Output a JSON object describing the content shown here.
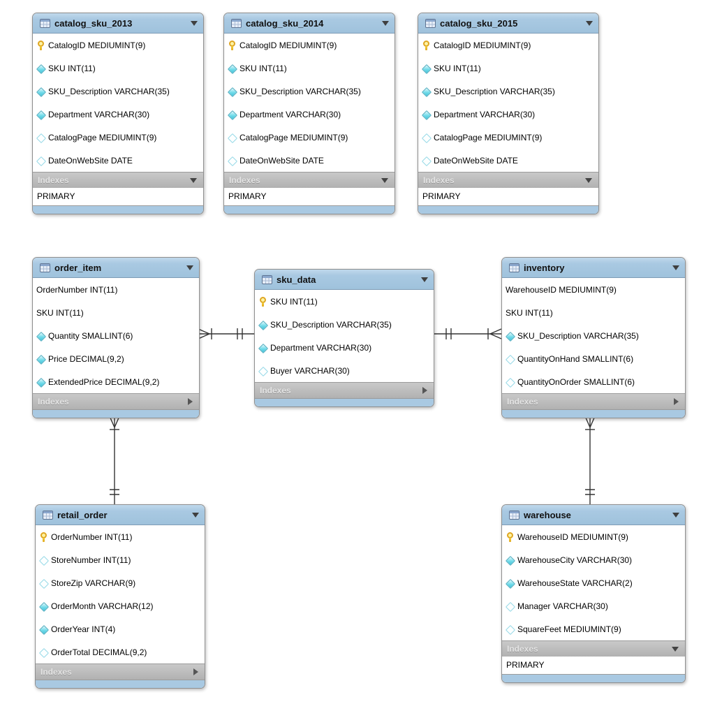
{
  "colors": {
    "table-header-blue": "#a9c9e2",
    "table-header-top": "#c0d9ec",
    "indexes-gray": "#b1b1b1",
    "key-yellow": "#f2cf3e",
    "diamond-cyan": "#6fdbe9",
    "relationship-line": "#333333"
  },
  "tables": [
    {
      "title": "catalog_sku_2013",
      "indexes_label": "Indexes",
      "indexes_expanded": true,
      "index_rows": [
        "PRIMARY"
      ],
      "columns": [
        {
          "icon": "key",
          "text": "CatalogID MEDIUMINT(9)"
        },
        {
          "icon": "diamond",
          "text": "SKU INT(11)"
        },
        {
          "icon": "diamond",
          "text": "SKU_Description VARCHAR(35)"
        },
        {
          "icon": "diamond",
          "text": "Department VARCHAR(30)"
        },
        {
          "icon": "diamond-open",
          "text": "CatalogPage MEDIUMINT(9)"
        },
        {
          "icon": "diamond-open",
          "text": "DateOnWebSite DATE"
        }
      ]
    },
    {
      "title": "catalog_sku_2014",
      "indexes_label": "Indexes",
      "indexes_expanded": true,
      "index_rows": [
        "PRIMARY"
      ],
      "columns": [
        {
          "icon": "key",
          "text": "CatalogID MEDIUMINT(9)"
        },
        {
          "icon": "diamond",
          "text": "SKU INT(11)"
        },
        {
          "icon": "diamond",
          "text": "SKU_Description VARCHAR(35)"
        },
        {
          "icon": "diamond",
          "text": "Department VARCHAR(30)"
        },
        {
          "icon": "diamond-open",
          "text": "CatalogPage MEDIUMINT(9)"
        },
        {
          "icon": "diamond-open",
          "text": "DateOnWebSite DATE"
        }
      ]
    },
    {
      "title": "catalog_sku_2015",
      "indexes_label": "Indexes",
      "indexes_expanded": true,
      "index_rows": [
        "PRIMARY"
      ],
      "columns": [
        {
          "icon": "key",
          "text": "CatalogID MEDIUMINT(9)"
        },
        {
          "icon": "diamond",
          "text": "SKU INT(11)"
        },
        {
          "icon": "diamond",
          "text": "SKU_Description VARCHAR(35)"
        },
        {
          "icon": "diamond",
          "text": "Department VARCHAR(30)"
        },
        {
          "icon": "diamond-open",
          "text": "CatalogPage MEDIUMINT(9)"
        },
        {
          "icon": "diamond-open",
          "text": "DateOnWebSite DATE"
        }
      ]
    },
    {
      "title": "order_item",
      "indexes_label": "Indexes",
      "indexes_expanded": false,
      "index_rows": [],
      "columns": [
        {
          "icon": "none",
          "text": "OrderNumber INT(11)"
        },
        {
          "icon": "none",
          "text": "SKU INT(11)"
        },
        {
          "icon": "diamond",
          "text": "Quantity SMALLINT(6)"
        },
        {
          "icon": "diamond",
          "text": "Price DECIMAL(9,2)"
        },
        {
          "icon": "diamond",
          "text": "ExtendedPrice DECIMAL(9,2)"
        }
      ]
    },
    {
      "title": "sku_data",
      "indexes_label": "Indexes",
      "indexes_expanded": false,
      "index_rows": [],
      "columns": [
        {
          "icon": "key",
          "text": "SKU INT(11)"
        },
        {
          "icon": "diamond",
          "text": "SKU_Description VARCHAR(35)"
        },
        {
          "icon": "diamond",
          "text": "Department VARCHAR(30)"
        },
        {
          "icon": "diamond-open",
          "text": "Buyer VARCHAR(30)"
        }
      ]
    },
    {
      "title": "inventory",
      "indexes_label": "Indexes",
      "indexes_expanded": false,
      "index_rows": [],
      "columns": [
        {
          "icon": "none",
          "text": "WarehouseID MEDIUMINT(9)"
        },
        {
          "icon": "none",
          "text": "SKU INT(11)"
        },
        {
          "icon": "diamond",
          "text": "SKU_Description VARCHAR(35)"
        },
        {
          "icon": "diamond-open",
          "text": "QuantityOnHand SMALLINT(6)"
        },
        {
          "icon": "diamond-open",
          "text": "QuantityOnOrder SMALLINT(6)"
        }
      ]
    },
    {
      "title": "retail_order",
      "indexes_label": "Indexes",
      "indexes_expanded": false,
      "index_rows": [],
      "columns": [
        {
          "icon": "key",
          "text": "OrderNumber INT(11)"
        },
        {
          "icon": "diamond-open",
          "text": "StoreNumber INT(11)"
        },
        {
          "icon": "diamond-open",
          "text": "StoreZip VARCHAR(9)"
        },
        {
          "icon": "diamond",
          "text": "OrderMonth VARCHAR(12)"
        },
        {
          "icon": "diamond",
          "text": "OrderYear INT(4)"
        },
        {
          "icon": "diamond-open",
          "text": "OrderTotal DECIMAL(9,2)"
        }
      ]
    },
    {
      "title": "warehouse",
      "indexes_label": "Indexes",
      "indexes_expanded": true,
      "index_rows": [
        "PRIMARY"
      ],
      "columns": [
        {
          "icon": "key",
          "text": "WarehouseID MEDIUMINT(9)"
        },
        {
          "icon": "diamond",
          "text": "WarehouseCity VARCHAR(30)"
        },
        {
          "icon": "diamond",
          "text": "WarehouseState VARCHAR(2)"
        },
        {
          "icon": "diamond-open",
          "text": "Manager VARCHAR(30)"
        },
        {
          "icon": "diamond-open",
          "text": "SquareFeet MEDIUMINT(9)"
        }
      ]
    }
  ],
  "relationships": [
    {
      "from": "order_item",
      "to": "sku_data",
      "from_cardinality": "many-mandatory",
      "to_cardinality": "one-mandatory"
    },
    {
      "from": "inventory",
      "to": "sku_data",
      "from_cardinality": "many-mandatory",
      "to_cardinality": "one-mandatory"
    },
    {
      "from": "order_item",
      "to": "retail_order",
      "from_cardinality": "many-mandatory",
      "to_cardinality": "one-mandatory"
    },
    {
      "from": "inventory",
      "to": "warehouse",
      "from_cardinality": "many-mandatory",
      "to_cardinality": "one-mandatory"
    }
  ]
}
